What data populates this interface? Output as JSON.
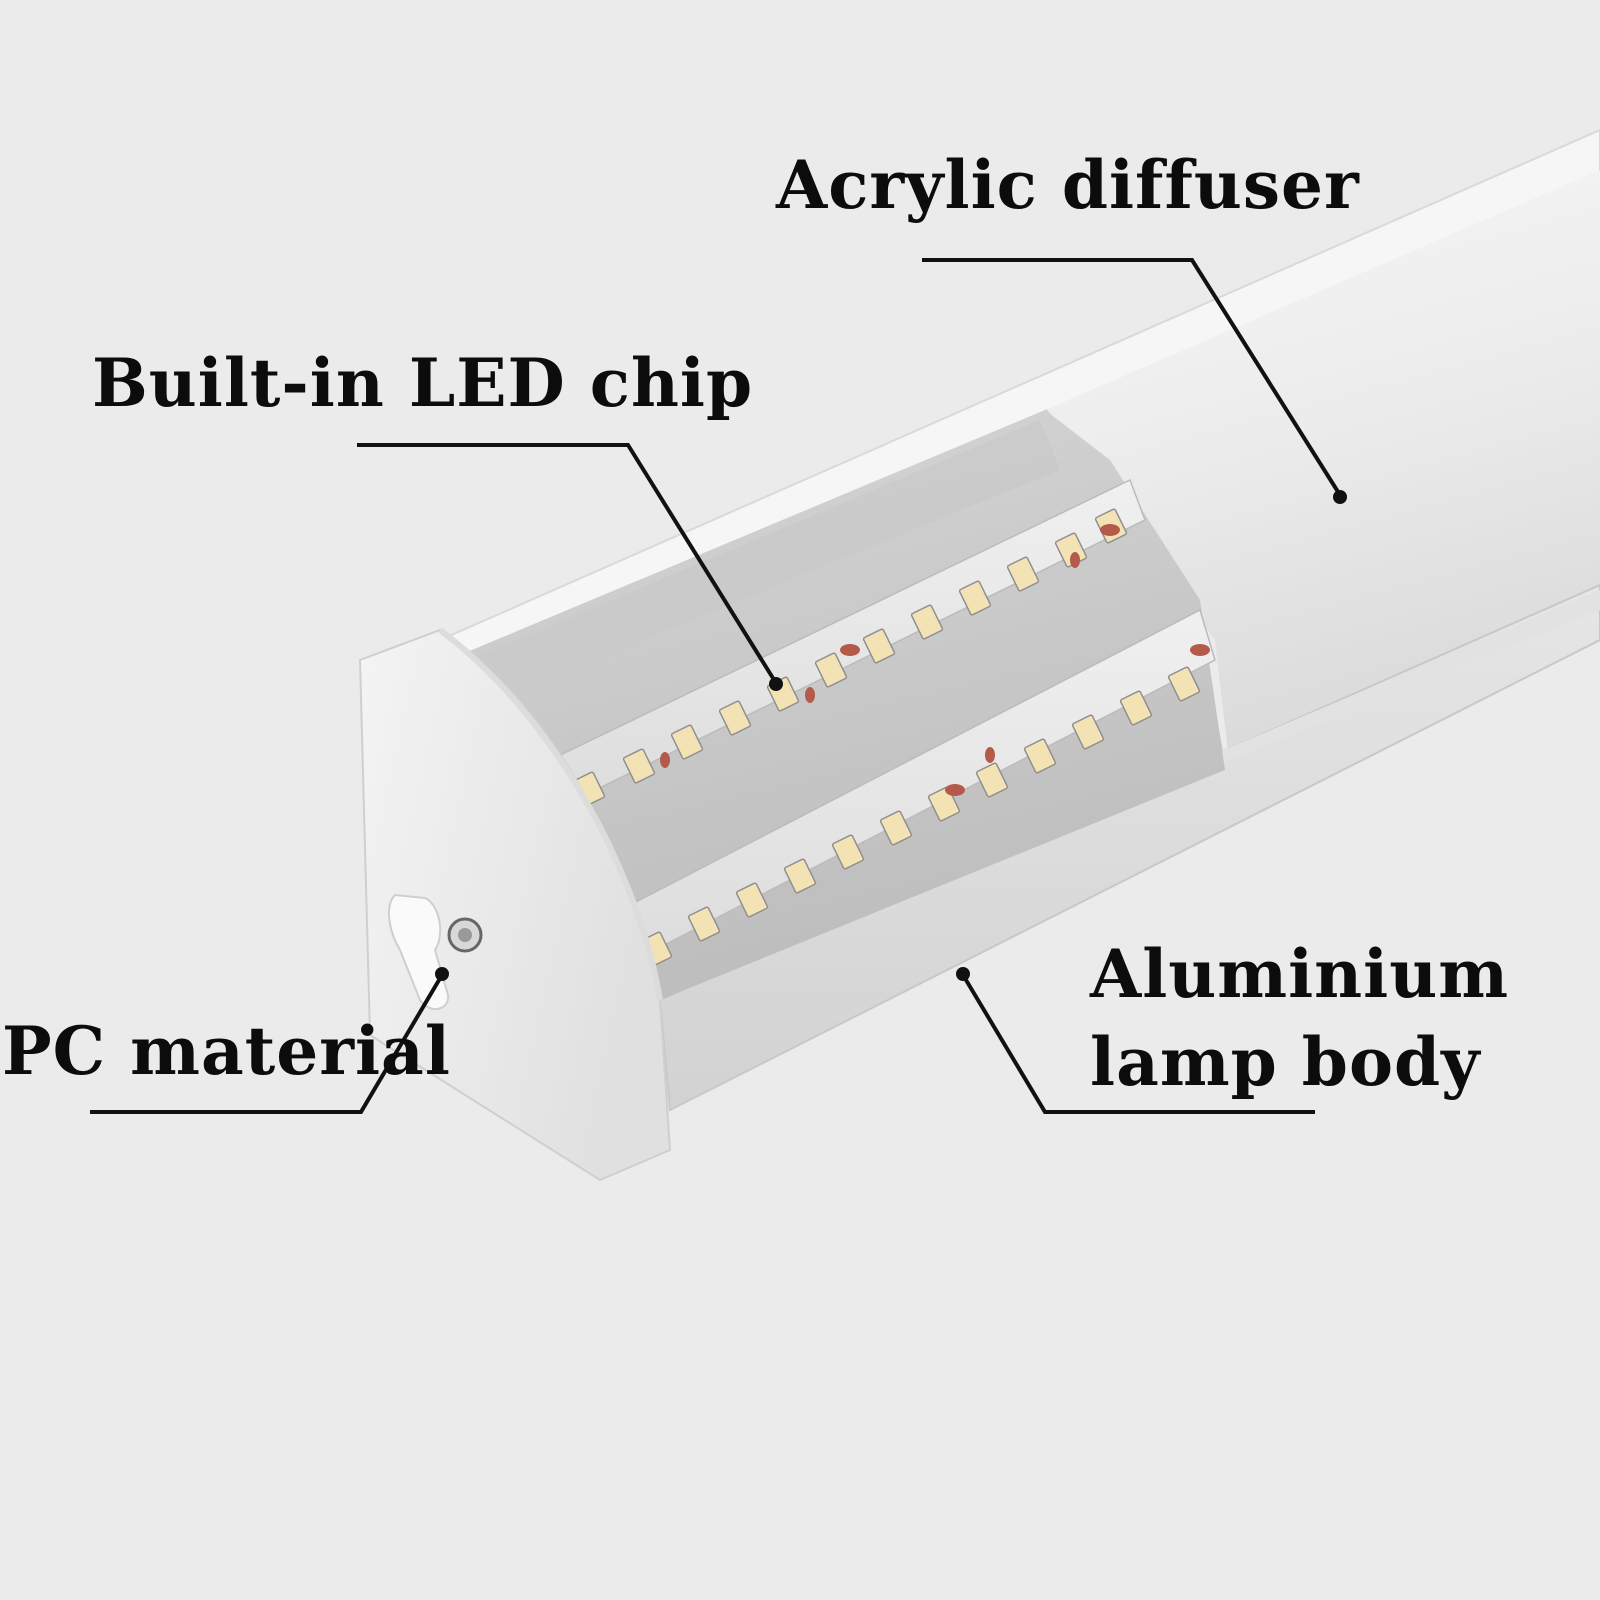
{
  "labels": {
    "acrylic_diffuser": "Acrylic diffuser",
    "led_chip": "Built-in LED chip",
    "pc_material": "PC material",
    "aluminium_line1": "Aluminium",
    "aluminium_line2": "lamp body"
  },
  "colors": {
    "background": "#ebebeb",
    "leader_line": "#111111",
    "led_chip": "#f3e2b4",
    "resistor": "#b35a4a"
  }
}
